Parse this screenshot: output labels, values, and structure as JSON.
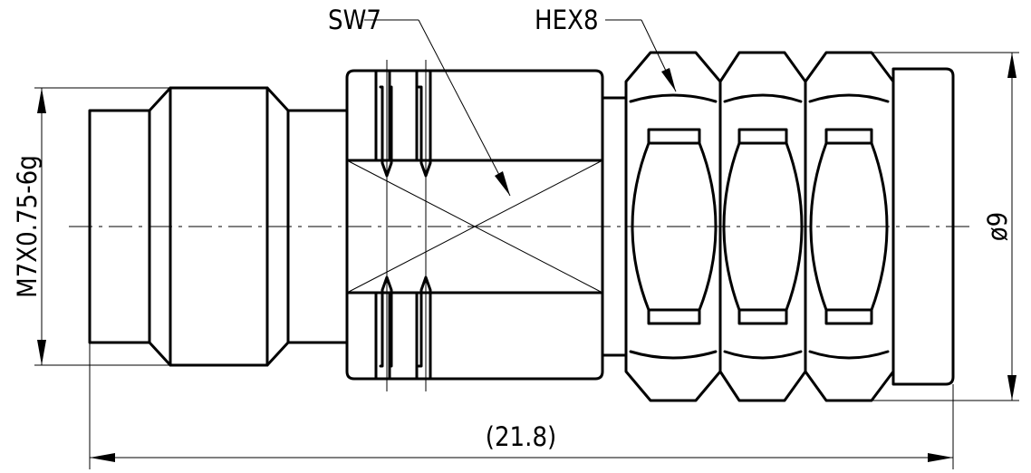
{
  "labels": {
    "wrench_size": "SW7",
    "hex_size": "HEX8",
    "thread": "M7X0.75-6g",
    "diameter": "ø9",
    "overall_length": "(21.8)"
  }
}
